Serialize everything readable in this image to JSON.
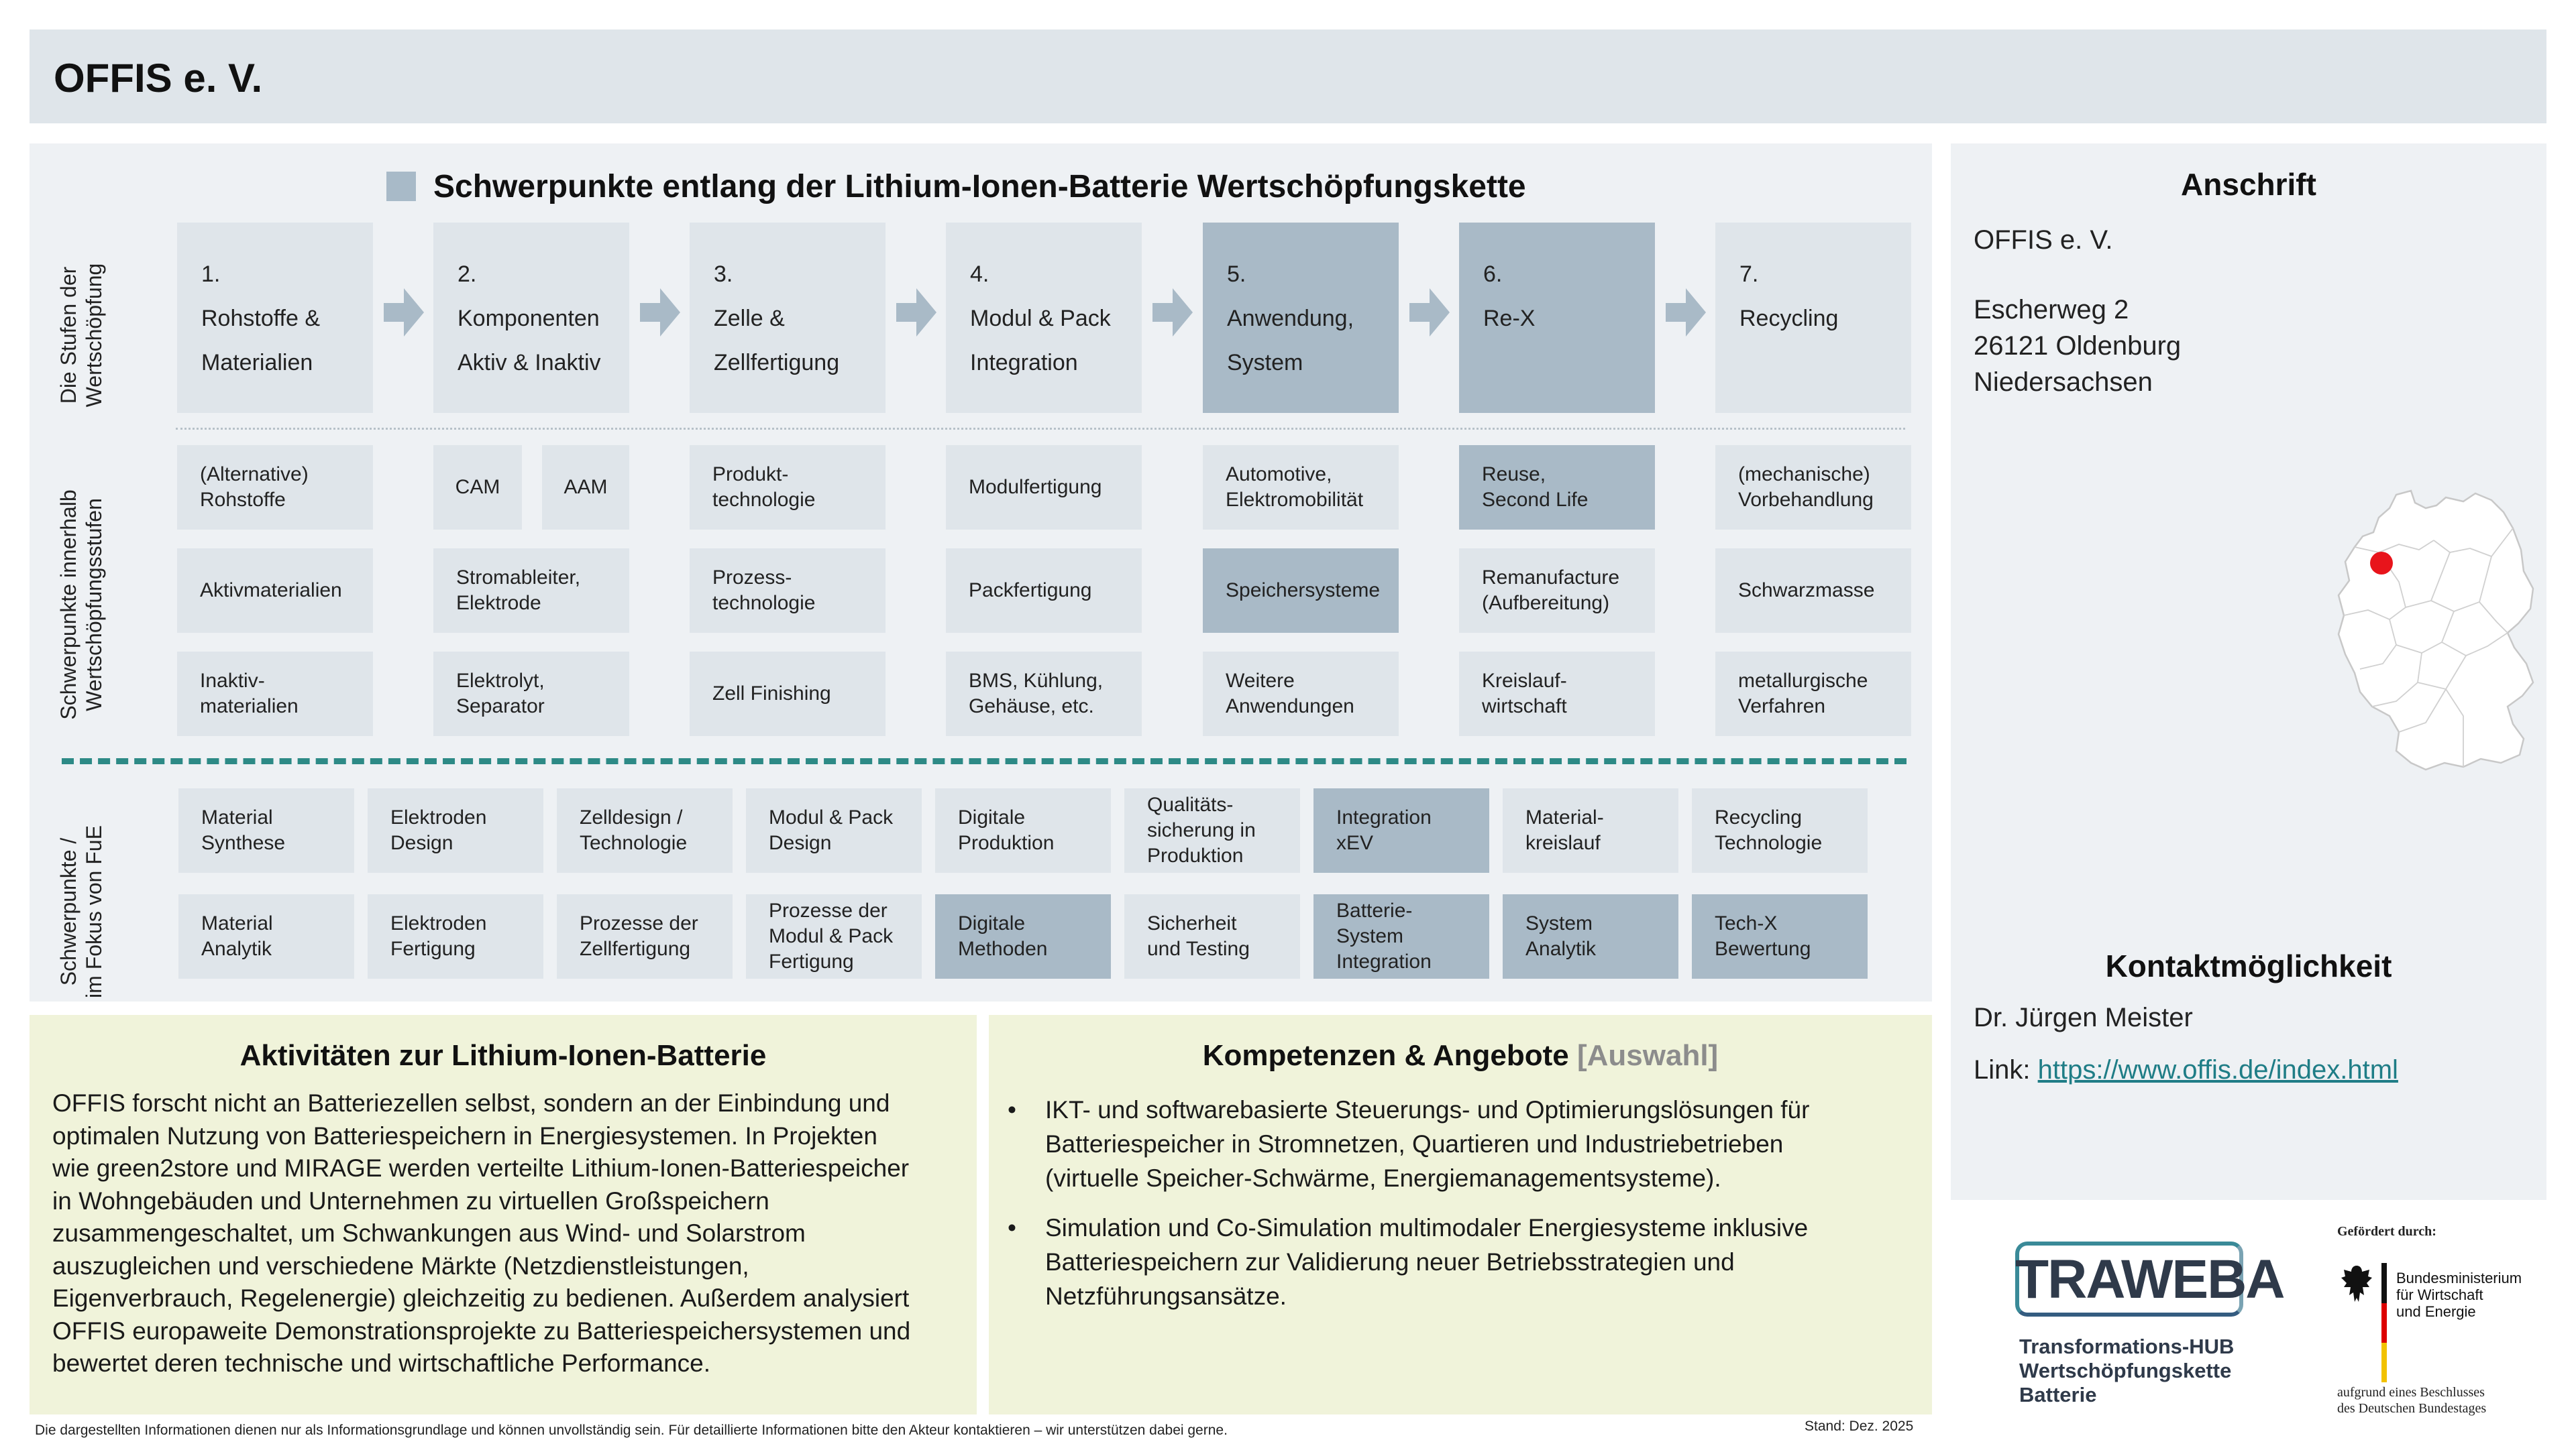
{
  "header": {
    "title": "OFFIS e. V."
  },
  "main": {
    "title": "Schwerpunkte entlang der Lithium-Ionen-Batterie Wertschöpfungskette",
    "row_labels": {
      "stages": [
        "Die Stufen der",
        "Wertschöpfung"
      ],
      "focus": [
        "Schwerpunkte innerhalb",
        "Wertschöpfungsstufen"
      ],
      "research": [
        "Schwerpunkte /",
        "im Fokus von FuE"
      ]
    },
    "stages": [
      {
        "number": "1.",
        "lines": [
          "Rohstoffe &",
          "Materialien"
        ]
      },
      {
        "number": "2.",
        "lines": [
          "Komponenten",
          "Aktiv & Inaktiv"
        ]
      },
      {
        "number": "3.",
        "lines": [
          "Zelle &",
          "Zellfertigung"
        ]
      },
      {
        "number": "4.",
        "lines": [
          "Modul & Pack",
          "Integration"
        ]
      },
      {
        "number": "5.",
        "lines": [
          "Anwendung,",
          "System"
        ]
      },
      {
        "number": "6.",
        "lines": [
          "Re-X"
        ]
      },
      {
        "number": "7.",
        "lines": [
          "Recycling"
        ]
      }
    ],
    "focus_cells": [
      "(Alternative)\nRohstoffe",
      "CAM",
      "AAM",
      "Produkt-\ntechnologie",
      "Modulfertigung",
      "Automotive,\nElektromobilität",
      "Reuse,\nSecond Life",
      "(mechanische)\nVorbehandlung",
      "Aktivmaterialien",
      "Stromableiter,\nElektrode",
      "Prozess-\ntechnologie",
      "Packfertigung",
      "Speichersysteme",
      "Remanufacture\n(Aufbereitung)",
      "Schwarzmasse",
      "Inaktiv-\nmaterialien",
      "Elektrolyt,\nSeparator",
      "Zell Finishing",
      "BMS, Kühlung,\nGehäuse, etc.",
      "Weitere\nAnwendungen",
      "Kreislauf-\nwirtschaft",
      "metallurgische\nVerfahren"
    ],
    "research_cells": [
      "Material\nSynthese",
      "Elektroden\nDesign",
      "Zelldesign /\nTechnologie",
      "Modul & Pack\nDesign",
      "Digitale\nProduktion",
      "Qualitäts-\nsicherung in\nProduktion",
      "Integration\nxEV",
      "Material-\nkreislauf",
      "Recycling\nTechnologie",
      "Material\nAnalytik",
      "Elektroden\nFertigung",
      "Prozesse der\nZellfertigung",
      "Prozesse der\nModul & Pack\nFertigung",
      "Digitale\nMethoden",
      "Sicherheit\nund Testing",
      "Batterie-\nSystem\nIntegration",
      "System\nAnalytik",
      "Tech-X\nBewertung"
    ]
  },
  "activities": {
    "title": "Aktivitäten zur Lithium-Ionen-Batterie",
    "lines": [
      "OFFIS forscht nicht an Batteriezellen selbst, sondern an der Einbindung und",
      "optimalen Nutzung von Batteriespeichern in Energiesystemen. In Projekten",
      "wie green2store und MIRAGE werden verteilte Lithium-Ionen-Batteriespeicher",
      "in Wohngebäuden und Unternehmen zu virtuellen Großspeichern",
      "zusammengeschaltet, um Schwankungen aus Wind- und Solarstrom",
      "auszugleichen und verschiedene Märkte (Netzdienstleistungen,",
      "Eigenverbrauch, Regelenergie) gleichzeitig zu bedienen. Außerdem analysiert",
      "OFFIS europaweite Demonstrationsprojekte zu Batteriespeichersystemen und",
      "bewertet deren technische und wirtschaftliche Performance."
    ]
  },
  "competences": {
    "title": "Kompetenzen & Angebote",
    "title_suffix": "[Auswahl]",
    "bullet_char": "•",
    "bullets": [
      [
        "IKT- und softwarebasierte Steuerungs- und Optimierungslösungen für",
        "Batteriespeicher in Stromnetzen, Quartieren und Industriebetrieben",
        "(virtuelle Speicher-Schwärme, Energiemanagementsysteme)."
      ],
      [
        "Simulation und Co-Simulation multimodaler Energiesysteme inklusive",
        "Batteriespeichern zur Validierung neuer Betriebsstrategien und",
        "Netzführungsansätze."
      ]
    ]
  },
  "address": {
    "title": "Anschrift",
    "name": "OFFIS e. V.",
    "street": "Escherweg 2",
    "city": "26121 Oldenburg",
    "state": "Niedersachsen"
  },
  "contact": {
    "title": "Kontaktmöglichkeit",
    "name": "Dr.  Jürgen Meister",
    "link_label": "Link:",
    "link_url": "https://www.offis.de/index.html"
  },
  "map": {
    "marker_color": "#e8141b",
    "fill_color": "#ffffff",
    "border_color": "#c8c8c8"
  },
  "logos": {
    "traweba_word": "TRAWEBA",
    "traweba_lines": [
      "Transformations-HUB",
      "Wertschöpfungskette",
      "Batterie"
    ],
    "funded_by": "Gefördert durch:",
    "ministry_lines": [
      "Bundesministerium",
      "für Wirtschaft",
      "und Energie"
    ],
    "resolution_lines": [
      "aufgrund eines Beschlusses",
      "des Deutschen Bundestages"
    ]
  },
  "footer": {
    "note": "Die dargestellten Informationen dienen nur als Informationsgrundlage und können unvollständig sein. Für detaillierte Informationen bitte den Akteur kontaktieren – wir unterstützen dabei gerne.",
    "date": "Stand: Dez. 2025"
  },
  "colors": {
    "box_light": "#dfe5ea",
    "box_dark": "#a9bac7",
    "teal_dash": "#2d8a86",
    "panel_yellow": "#f0f3da",
    "link": "#1f7d86"
  }
}
